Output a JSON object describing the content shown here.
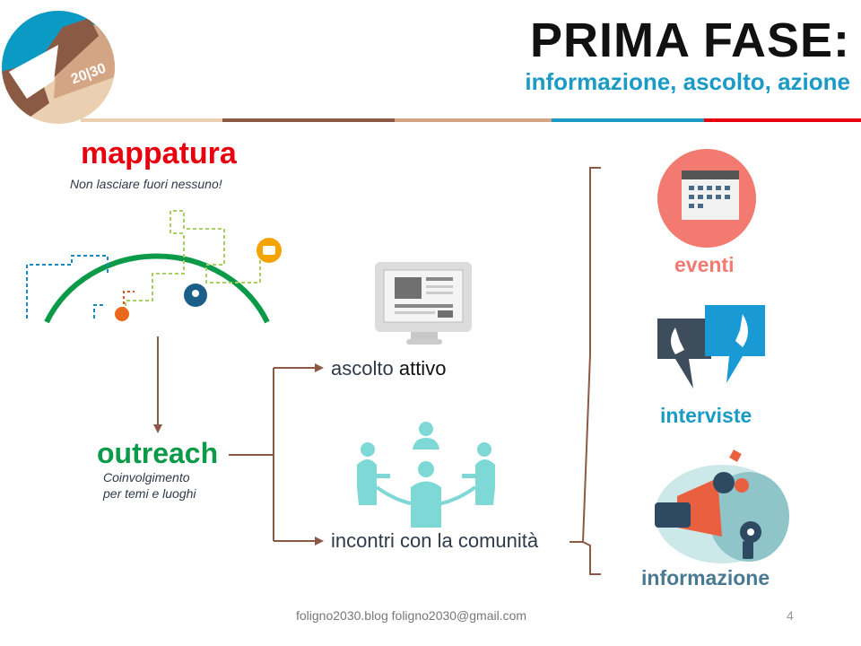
{
  "header": {
    "title": "PRIMA FASE:",
    "subtitle": "informazione, ascolto, azione",
    "logo_text": "20|30"
  },
  "left": {
    "mappatura": "mappatura",
    "mappatura_sub": "Non lasciare fuori nessuno!",
    "outreach": "outreach",
    "outreach_sub_1": "Coinvolgimento",
    "outreach_sub_2": "per temi e luoghi"
  },
  "middle": {
    "ascolto_1": "ascolto",
    "ascolto_2": "attivo",
    "incontri": "incontri con la comunità"
  },
  "right": {
    "eventi": "eventi",
    "interviste": "interviste",
    "informazione": "informazione"
  },
  "footer": {
    "text": "foligno2030.blog  foligno2030@gmail.com",
    "page": "4"
  },
  "colors": {
    "red": "#e8000f",
    "blue": "#1a9ac4",
    "green": "#0a9a48",
    "brown": "#8b5a44",
    "tan": "#d4a584",
    "beige": "#ead0b0"
  }
}
